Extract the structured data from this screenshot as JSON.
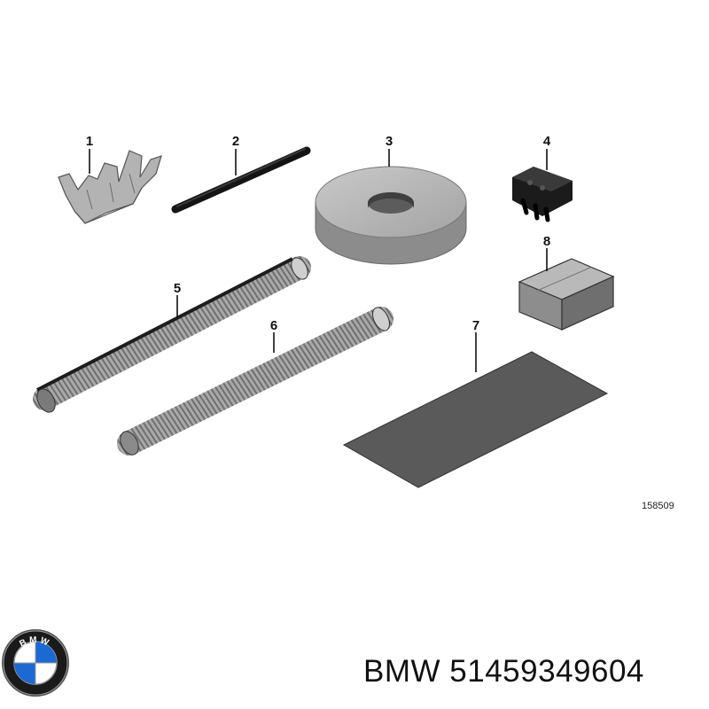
{
  "diagram": {
    "callouts": [
      "1",
      "2",
      "3",
      "4",
      "5",
      "6",
      "7",
      "8"
    ],
    "diagram_code": "158509"
  },
  "footer": {
    "brand": "BMW",
    "part_number": "51459349604",
    "logo_icon": "bmw-roundel-logo",
    "logo_letters": "BMW"
  },
  "colors": {
    "part_gray": "#a8a8a8",
    "dark_gray": "#4a4a4a",
    "mat_gray": "#5a5a5a",
    "black": "#151515",
    "roundel_blue": "#1c69d4"
  }
}
